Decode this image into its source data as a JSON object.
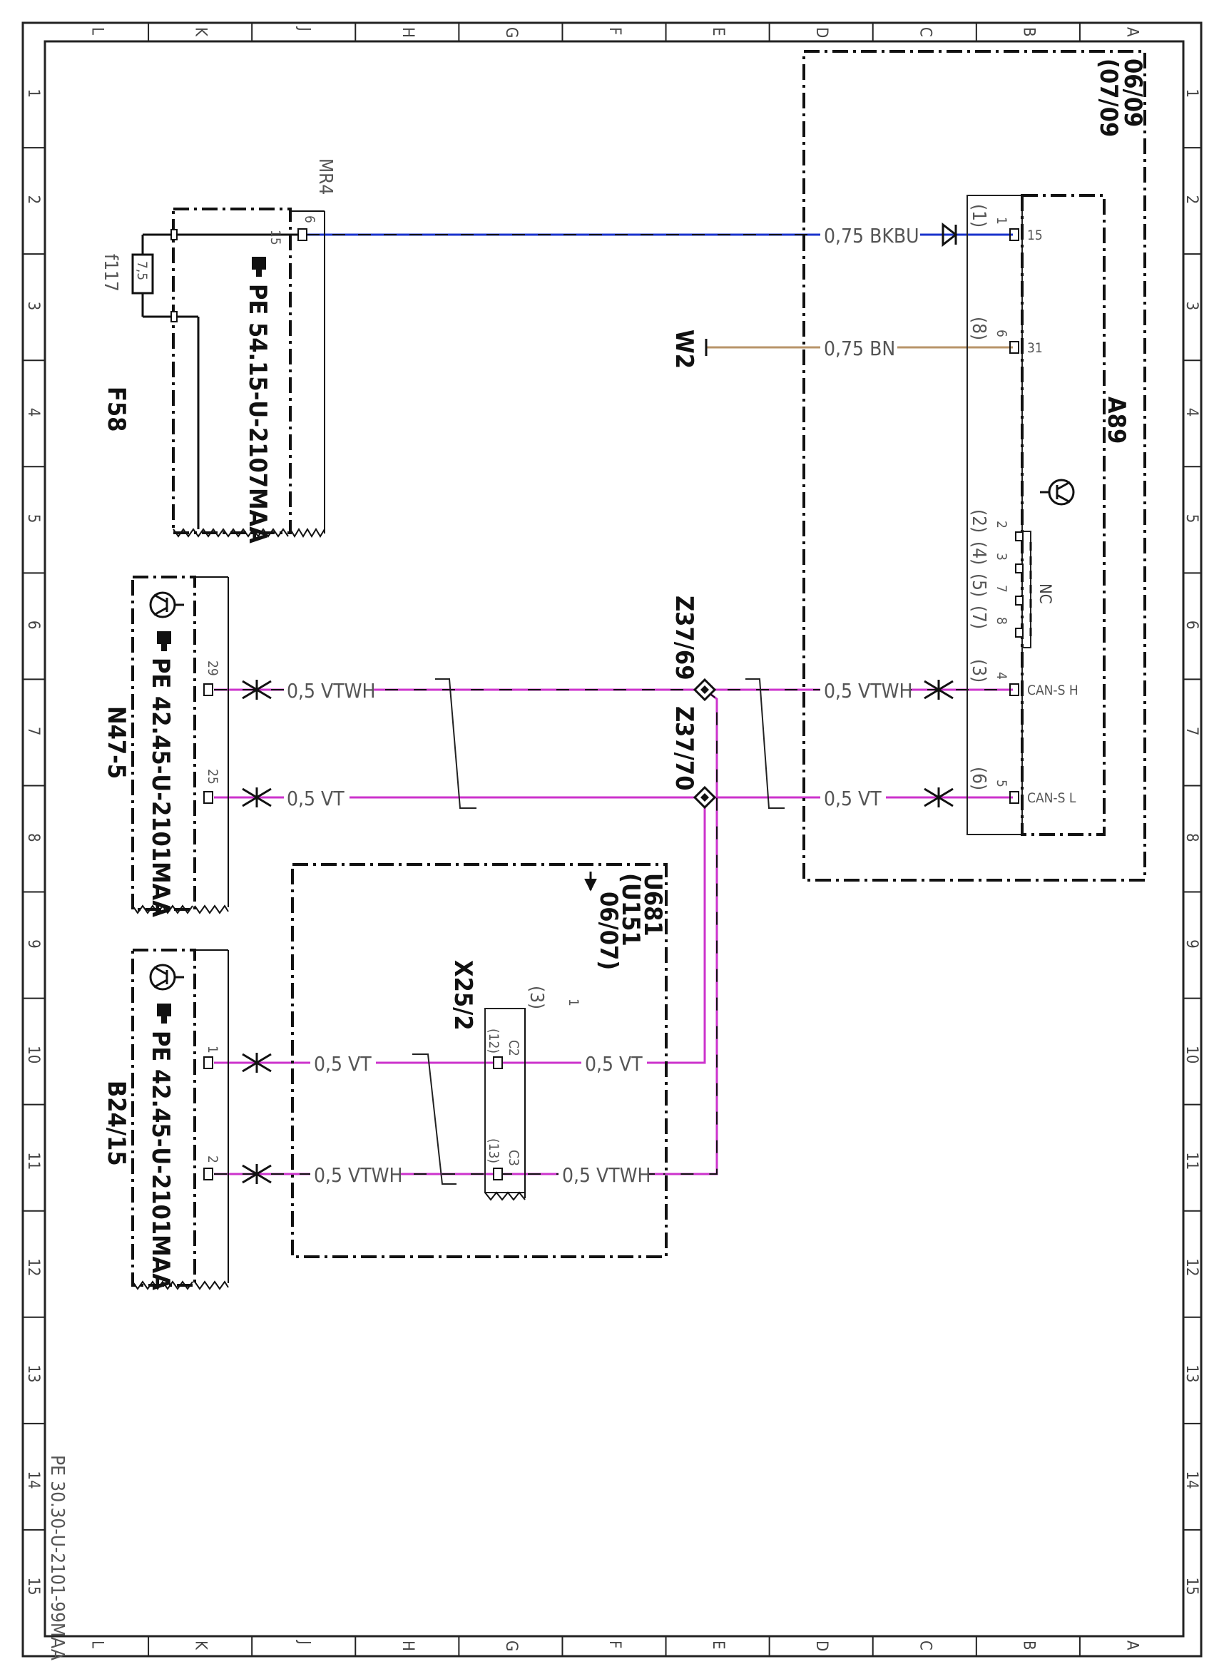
{
  "grid": {
    "letters": [
      "L",
      "K",
      "J",
      "H",
      "G",
      "F",
      "E",
      "D",
      "C",
      "B",
      "A"
    ],
    "numbers": [
      "1",
      "2",
      "3",
      "4",
      "5",
      "6",
      "7",
      "8",
      "9",
      "10",
      "11",
      "12",
      "13",
      "14",
      "15"
    ]
  },
  "footer_ref": "PE 30.30-U-2101-99MAA",
  "colors": {
    "blue": "#1a33cc",
    "brown": "#b8956a",
    "violet": "#cc33cc",
    "black": "#111111"
  },
  "components": {
    "a89": {
      "name": "A89",
      "validity_1": "06/09",
      "validity_2": "(07/09",
      "pins": {
        "p15": "15",
        "p31": "31",
        "can_h": "CAN-S H",
        "can_l": "CAN-S L",
        "n1": "1",
        "n6": "6",
        "n4": "4",
        "n5": "5",
        "b1": "(1)",
        "b8": "(8)",
        "b3": "(3)",
        "b6": "(6)",
        "nc": "NC",
        "nc_rows": [
          {
            "num": "2",
            "paren": "(2)"
          },
          {
            "num": "3",
            "paren": "(4)"
          },
          {
            "num": "7",
            "paren": "(5)"
          },
          {
            "num": "8",
            "paren": "(7)"
          }
        ]
      }
    },
    "f58": {
      "name": "F58",
      "fuse": "f117",
      "fuse_value": "7,5",
      "pin": "15",
      "conn_pin": "6",
      "conn": "MR4",
      "pe": "PE 54.15-U-2107MAA"
    },
    "n47": {
      "name": "N47-5",
      "pin_h": "29",
      "pin_l": "25",
      "pe": "PE 42.45-U-2101MAA"
    },
    "b24": {
      "name": "B24/15",
      "pin_1": "1",
      "pin_2": "2",
      "pe": "PE 42.45-U-2101MAA"
    },
    "w2": {
      "name": "W2"
    },
    "z69": {
      "name": "Z37/69"
    },
    "z70": {
      "name": "Z37/70"
    },
    "x25": {
      "name": "X25/2",
      "pin_top": "1",
      "pin_top_paren": "(3)",
      "c2": "C2",
      "c2p": "(12)",
      "c3": "C3",
      "c3p": "(13)"
    },
    "u681": {
      "name": "U681",
      "sub": "(U151",
      "validity": "06/07)"
    }
  },
  "wires": {
    "bkbu": "0,75 BKBU",
    "bn": "0,75 BN",
    "vtwh": "0,5 VTWH",
    "vt": "0,5 VT"
  }
}
